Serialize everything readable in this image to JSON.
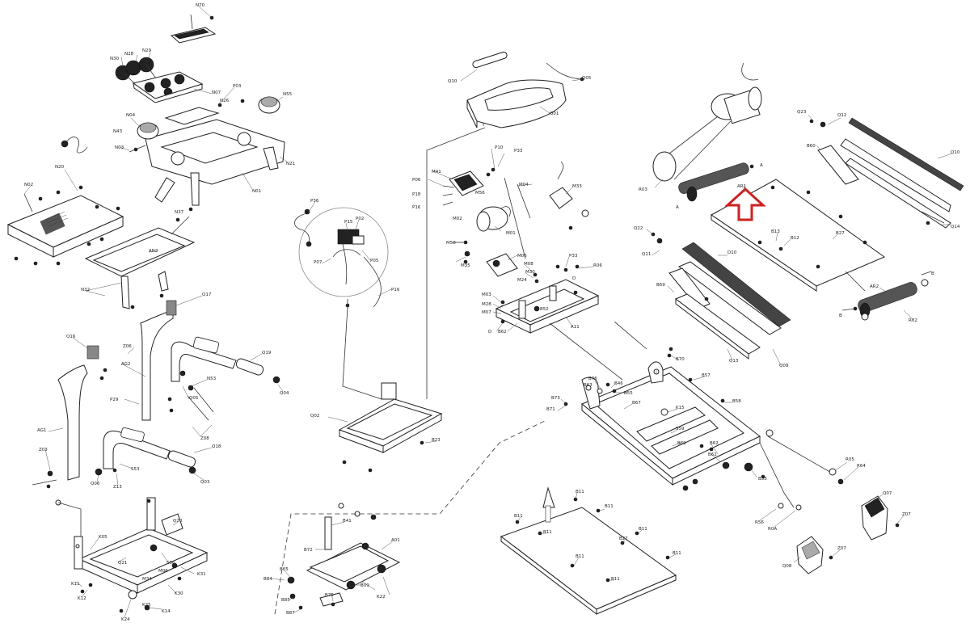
{
  "labels": {
    "N70": "N70",
    "N30": "N30",
    "N28": "N28",
    "N29": "N29",
    "P03": "P03",
    "N07": "N07",
    "N26": "N26",
    "N55": "N55",
    "N43": "N43",
    "N04": "N04",
    "N03": "N03",
    "N01": "N01",
    "N21": "N21",
    "N20": "N20",
    "N02": "N02",
    "N37": "N37",
    "AN2": "AN2",
    "N32": "N32",
    "Q17": "Q17",
    "Q16": "Q16",
    "Z06": "Z06",
    "AG2": "AG2",
    "N53": "N53",
    "Q05": "Q05",
    "Z08": "Z08",
    "Q19": "Q19",
    "Q04": "Q04",
    "P29": "P29",
    "AG1": "AG1",
    "Z03": "Z03",
    "Q06": "Q06",
    "Z13": "Z13",
    "S53": "S53",
    "Q18": "Q18",
    "Q03": "Q03",
    "K05": "K05",
    "Q21": "Q21",
    "S06": "S06",
    "M34": "M34",
    "M06": "M06",
    "K31": "K31",
    "K11": "K11",
    "K12": "K12",
    "K25": "K25",
    "K30": "K30",
    "K24": "K24",
    "K14": "K14",
    "Q20": "Q20",
    "P36": "P36",
    "P16": "P16",
    "P02": "P02",
    "P05": "P05",
    "P07": "P07",
    "P15": "P15",
    "Q10": "Q10",
    "Q05b": "Q05",
    "Q01": "Q01",
    "P10": "P10",
    "P33": "P33",
    "P06": "P06",
    "P18": "P18",
    "M41": "M41",
    "M56": "M56",
    "M04": "M04",
    "M33": "M33",
    "M02": "M02",
    "M01": "M01",
    "M50": "M50",
    "M35": "M35",
    "M06b": "M06",
    "M08": "M08",
    "M30": "M30",
    "M24": "M24",
    "M03": "M03",
    "M28": "M28",
    "M07": "M07",
    "B52": "B52",
    "P33b": "P33",
    "R06": "R06",
    "B62": "B62",
    "A11": "A11",
    "Q02": "Q02",
    "B23": "B23",
    "Q23": "Q23",
    "Q12": "Q12",
    "Q10r": "Q10",
    "B60": "B60",
    "R03": "R03",
    "AR1": "AR1",
    "B13": "B13",
    "B12": "B12",
    "B27": "B27",
    "Q14": "Q14",
    "Q22": "Q22",
    "Q11": "Q11",
    "B69": "B69",
    "D10": "D10",
    "AR2": "AR2",
    "R02": "R02",
    "Q13": "Q13",
    "Q09": "Q09",
    "B70": "B70",
    "B63": "B63",
    "B76": "B76",
    "B46": "B46",
    "B55": "B55",
    "B57": "B57",
    "B58": "B58",
    "B73": "B73",
    "B71": "B71",
    "B67": "B67",
    "K15": "K15",
    "S59": "S59",
    "B69b": "B69",
    "B62b": "B62",
    "B61": "B61",
    "B53": "B53",
    "R05": "R05",
    "R64": "R64",
    "Q07": "Q07",
    "Z07": "Z07",
    "R56": "R56",
    "R0A": "R0A",
    "Q08": "Q08",
    "Z07b": "Z07",
    "B11": "B11",
    "B27b": "B27",
    "B41": "B41",
    "A01": "A01",
    "B72": "B72",
    "B65": "B65",
    "B84": "B84",
    "B85": "B85",
    "B87": "B87",
    "B09": "B09",
    "B70b": "B70",
    "K22": "K22",
    "A": "A",
    "B": "B",
    "D": "D"
  }
}
